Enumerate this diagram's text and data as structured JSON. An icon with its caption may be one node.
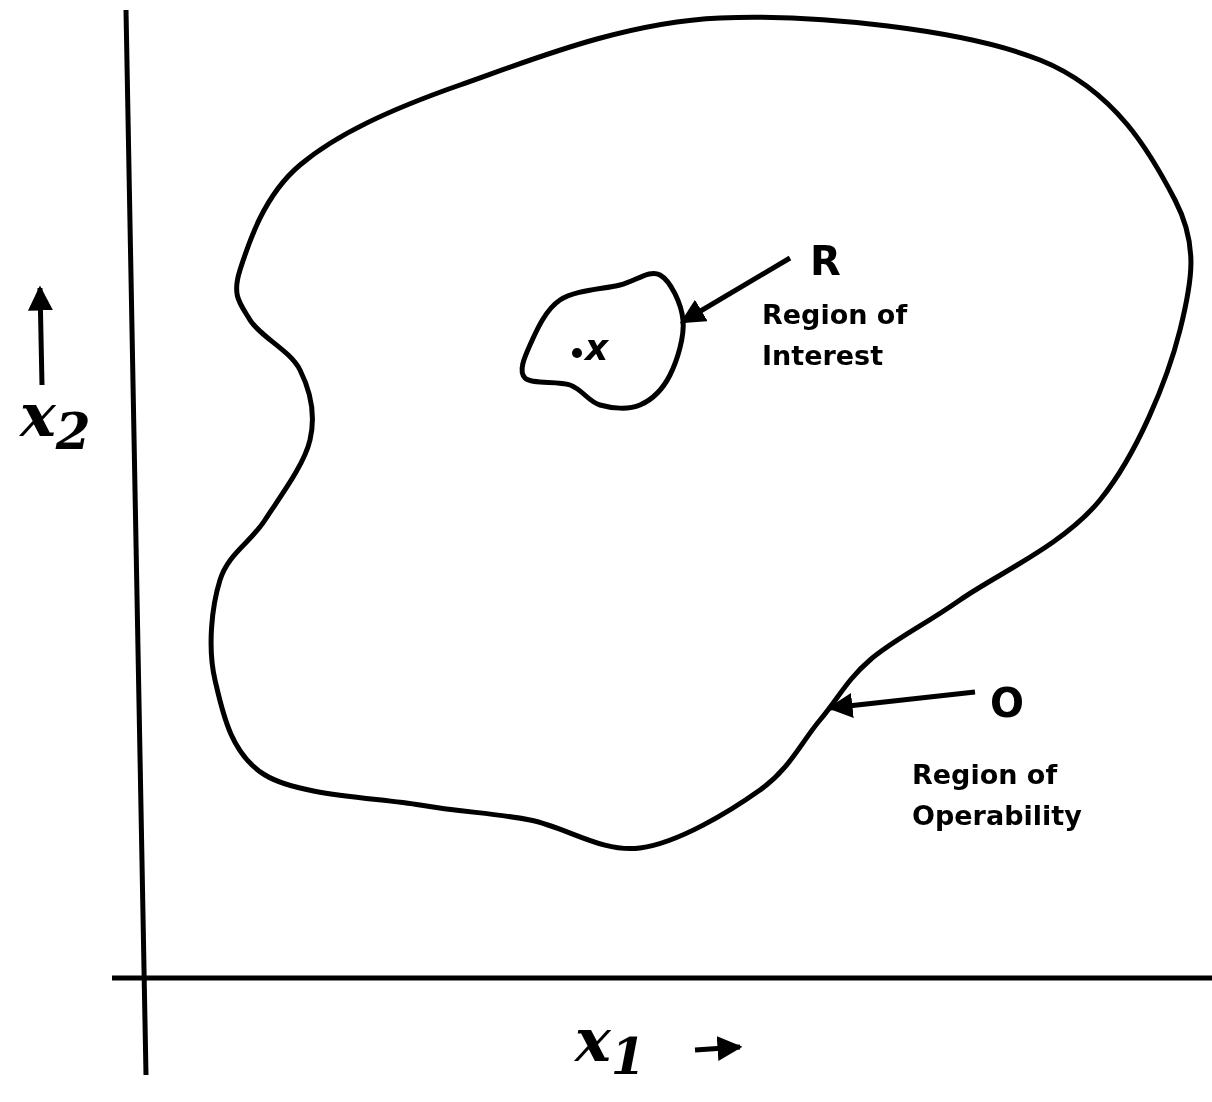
{
  "diagram": {
    "nodes": [
      {
        "text": [],
        "shape": "cloud"
      },
      {
        "text": [
          "x"
        ],
        "in": 0
      },
      {
        "text": [
          "R",
          "Region of Interest"
        ],
        "in": 0
      },
      {
        "text": [
          "O",
          "Region of Operability"
        ]
      }
    ],
    "edges": [
      {
        "from": 2,
        "to": 1,
        "arrow": "to"
      },
      {
        "from": 3,
        "to": 0,
        "arrow": "to"
      }
    ],
    "labels": [
      "x$_{2}$",
      "x$_{1}$"
    ]
  }
}
